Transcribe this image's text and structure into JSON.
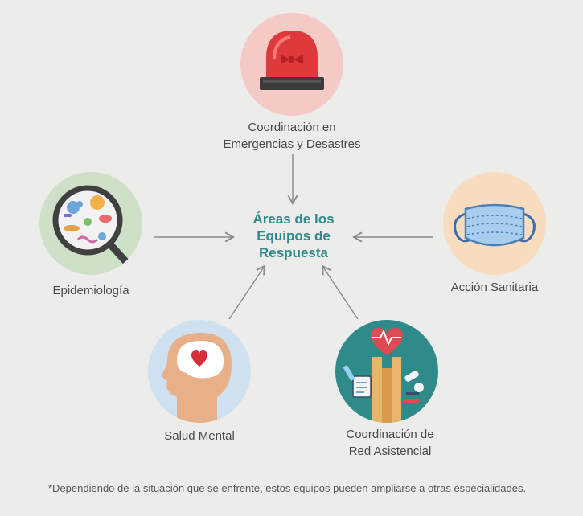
{
  "center": {
    "line1": "Áreas de los",
    "line2": "Equipos de",
    "line3": "Respuesta"
  },
  "nodes": {
    "emergencias": {
      "line1": "Coordinación en",
      "line2": "Emergencias y Desastres",
      "icon": "siren-icon",
      "color": "#f4c9c6"
    },
    "epidemiologia": {
      "label": "Epidemiología",
      "icon": "magnifier-microbes-icon",
      "color": "#cfe0c9"
    },
    "accion_sanitaria": {
      "label": "Acción Sanitaria",
      "icon": "face-mask-icon",
      "color": "#f8dcbf"
    },
    "salud_mental": {
      "label": "Salud Mental",
      "icon": "head-heart-icon",
      "color": "#cfe1f1"
    },
    "red_asistencial": {
      "line1": "Coordinación de",
      "line2": "Red Asistencial",
      "icon": "healthcare-network-icon",
      "color": "#2f8a8a"
    }
  },
  "footnote": "*Dependiendo de la situación que se enfrente, estos equipos pueden ampliarse a otras especialidades."
}
